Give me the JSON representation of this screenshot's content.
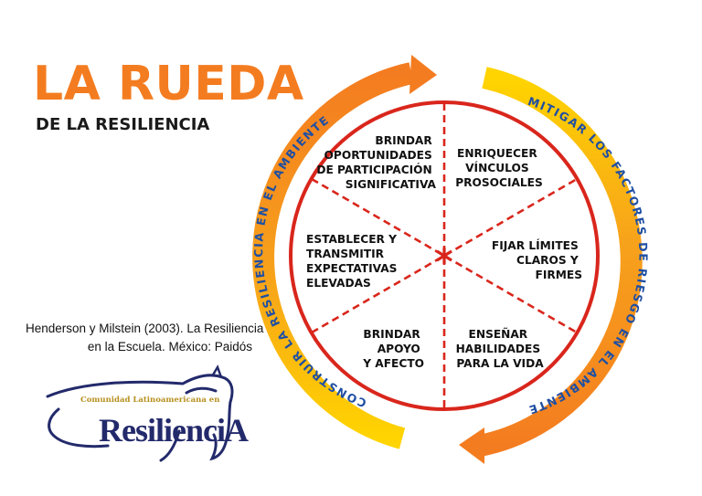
{
  "title": "LA RUEDA",
  "subtitle": "DE LA RESILIENCIA",
  "citation": {
    "line1": "Henderson y Milstein (2003). La Resiliencia",
    "line2": "en la Escuela. México: Paidós"
  },
  "ring": {
    "left_arc": "CONSTRUIR LA RESILIENCIA EN EL AMBIENTE",
    "right_arc": "MITIGAR LOS FACTORES DE RIESGO EN EL AMBIENTE"
  },
  "segments": {
    "top_left": [
      "BRINDAR",
      "OPORTUNIDADES",
      "DE PARTICIPACIÓN",
      "SIGNIFICATIVA"
    ],
    "top_right": [
      "ENRIQUECER",
      "VÍNCULOS",
      "PROSOCIALES"
    ],
    "left": [
      "ESTABLECER Y",
      "TRANSMITIR",
      "EXPECTATIVAS",
      "ELEVADAS"
    ],
    "right": [
      "FIJAR LÍMITES",
      "CLAROS Y",
      "FIRMES"
    ],
    "bottom_left": [
      "BRINDAR",
      "APOYO",
      "Y AFECTO"
    ],
    "bottom_right": [
      "ENSEÑAR",
      "HABILIDADES",
      "PARA LA VIDA"
    ]
  },
  "logo": {
    "top_text": "Comunidad Latinoamericana en",
    "word": "ResilienciA"
  },
  "colors": {
    "orange": "#f47c20",
    "yellow": "#ffd200",
    "red_ring": "#d9261c",
    "blue_text": "#1f4fa3",
    "logo_navy": "#232a6b"
  }
}
